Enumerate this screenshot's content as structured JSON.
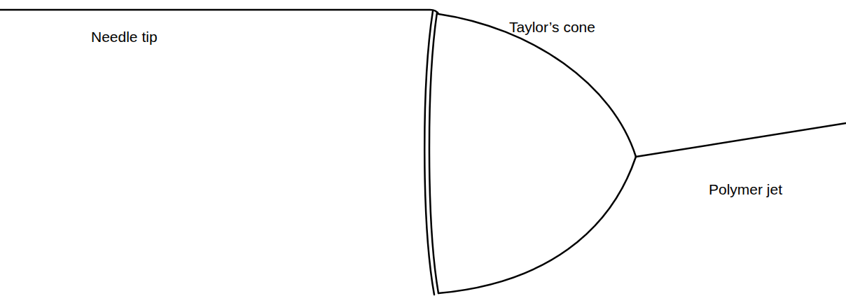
{
  "diagram": {
    "labels": [
      "Needle tip",
      "Taylor’s cone",
      "Polymer jet"
    ]
  }
}
